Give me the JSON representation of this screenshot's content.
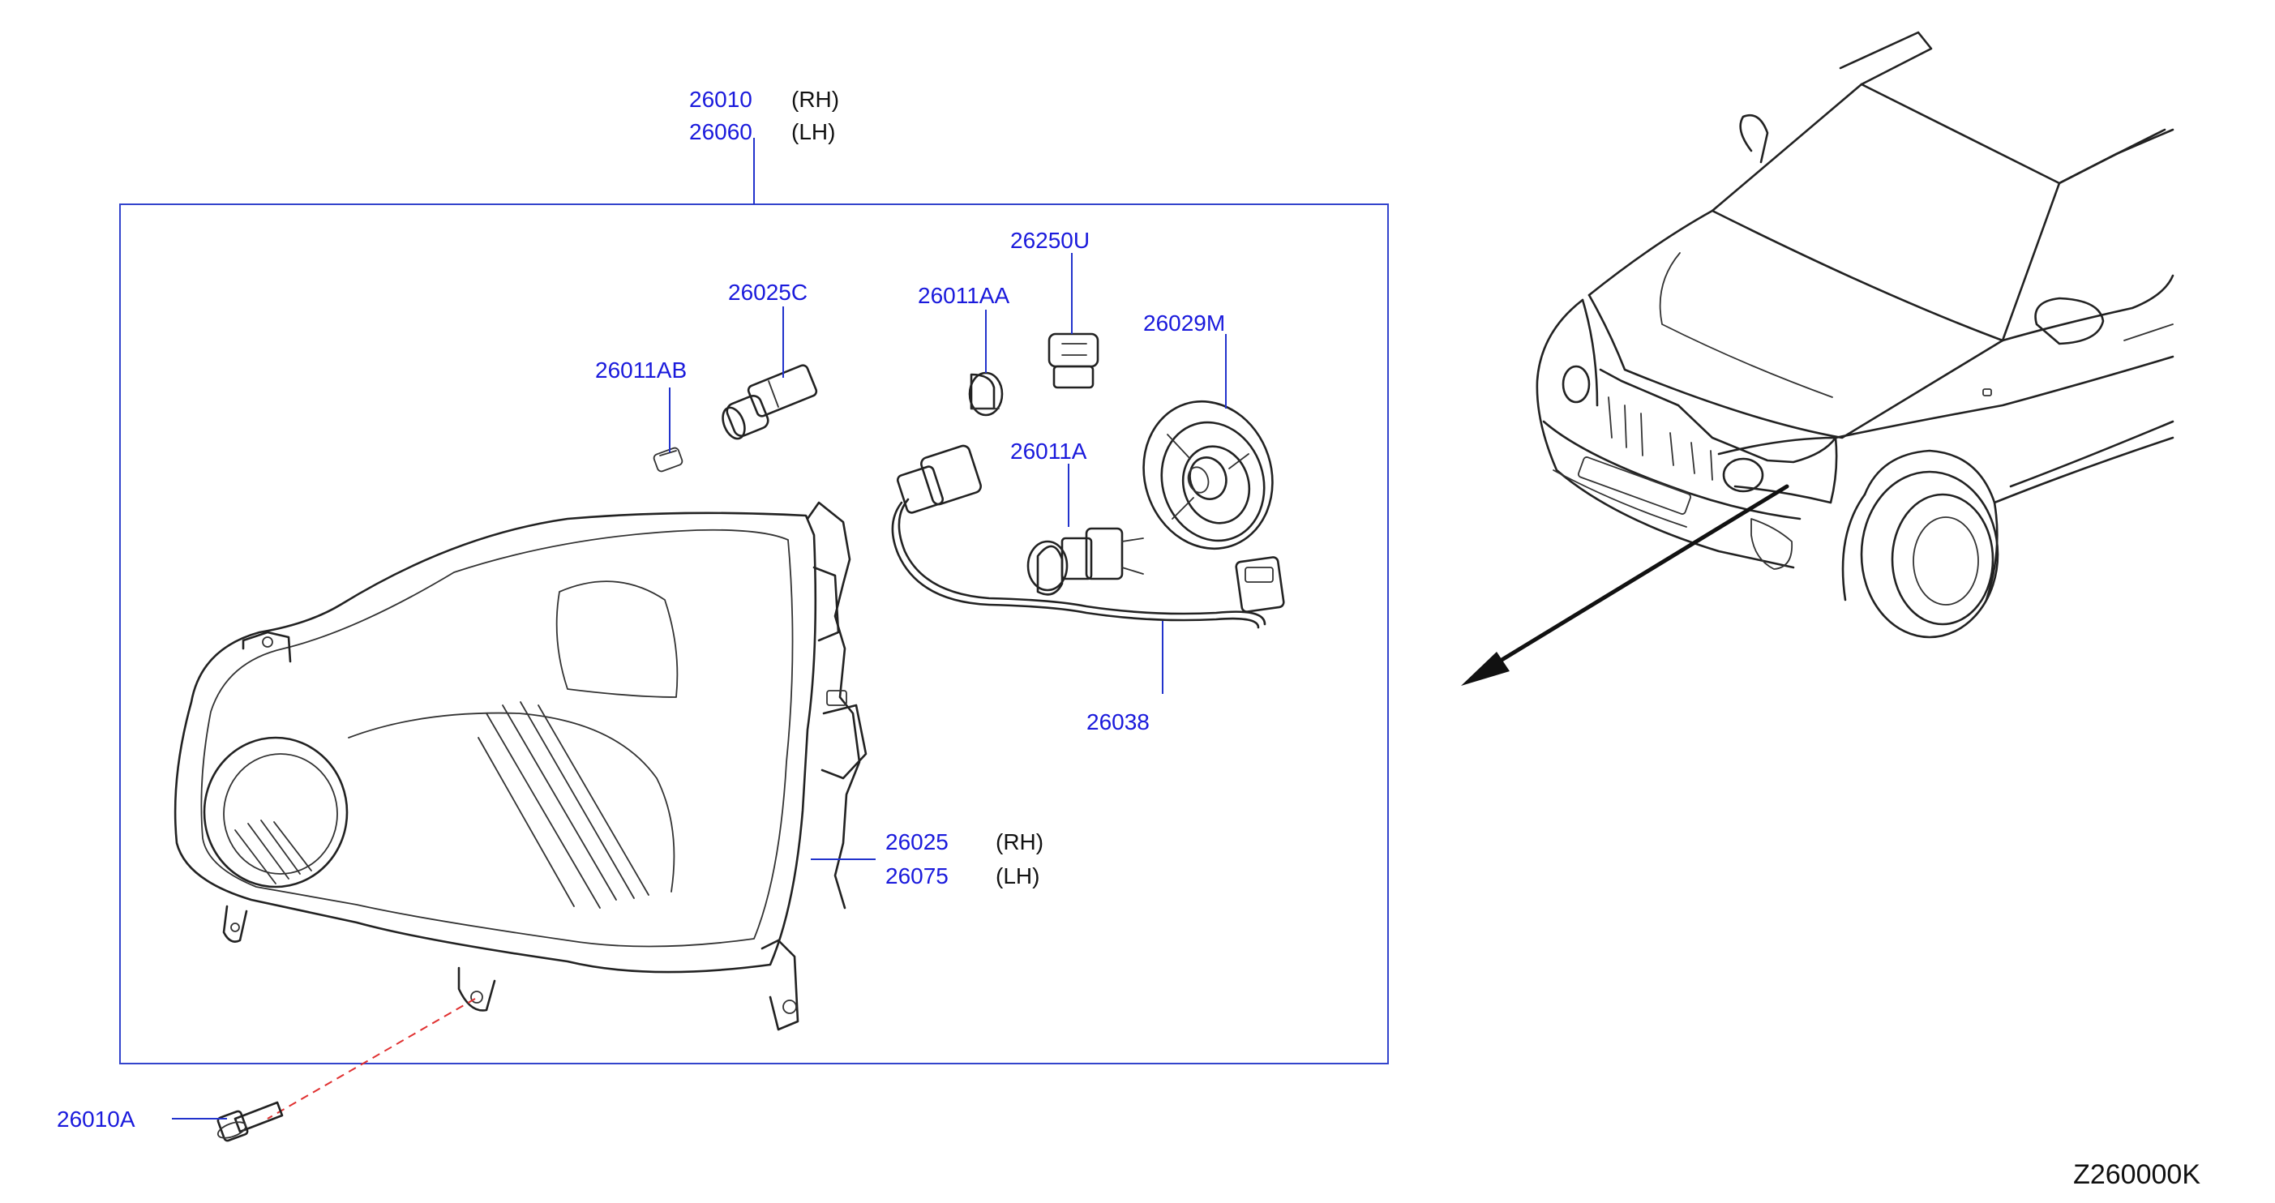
{
  "parts": {
    "headlamp_rh": "26010",
    "headlamp_lh": "26060",
    "rh": "(RH)",
    "lh": "(LH)",
    "socket_26025c": "26025C",
    "bulb_26011ab": "26011AB",
    "bulb_26011aa": "26011AA",
    "socket_26250u": "26250U",
    "cap_26029m": "26029M",
    "bulb_26011a": "26011A",
    "harness_26038": "26038",
    "housing_rh": "26025",
    "housing_lh": "26075",
    "bolt_26010a": "26010A"
  },
  "figure_code": "Z260000K",
  "colors": {
    "part_number": "#1a1adc",
    "frame": "#3344cc",
    "line_art": "#222222",
    "dashed_leader": "#e03030"
  }
}
